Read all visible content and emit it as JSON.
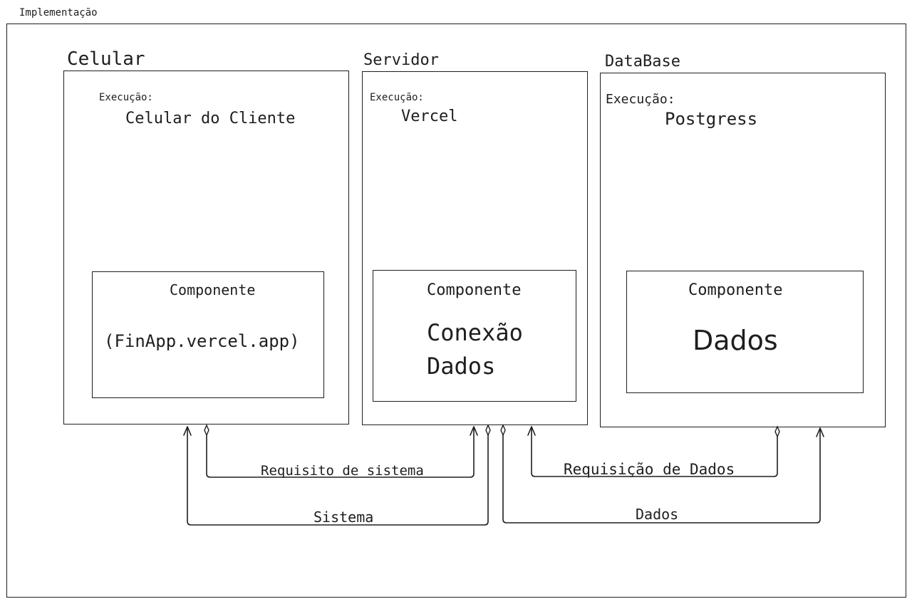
{
  "frame": {
    "title": "Implementação"
  },
  "nodes": [
    {
      "title": "Celular",
      "exec_label": "Execução:",
      "exec_value": "Celular do Cliente",
      "component": {
        "label": "Componente",
        "name": "(FinApp.vercel.app)"
      }
    },
    {
      "title": "Servidor",
      "exec_label": "Execução:",
      "exec_value": "Vercel",
      "component": {
        "label": "Componente",
        "name_line1": "Conexão",
        "name_line2": "Dados"
      }
    },
    {
      "title": "DataBase",
      "exec_label": "Execução:",
      "exec_value": "Postgress",
      "component": {
        "label": "Componente",
        "name": "Dados"
      }
    }
  ],
  "connections": [
    {
      "label": "Requisito de sistema",
      "from": "Celular",
      "to": "Servidor"
    },
    {
      "label": "Sistema",
      "from": "Servidor",
      "to": "Celular"
    },
    {
      "label": "Requisição de Dados",
      "from": "DataBase",
      "to": "Servidor"
    },
    {
      "label": "Dados",
      "from": "Servidor",
      "to": "DataBase"
    }
  ]
}
